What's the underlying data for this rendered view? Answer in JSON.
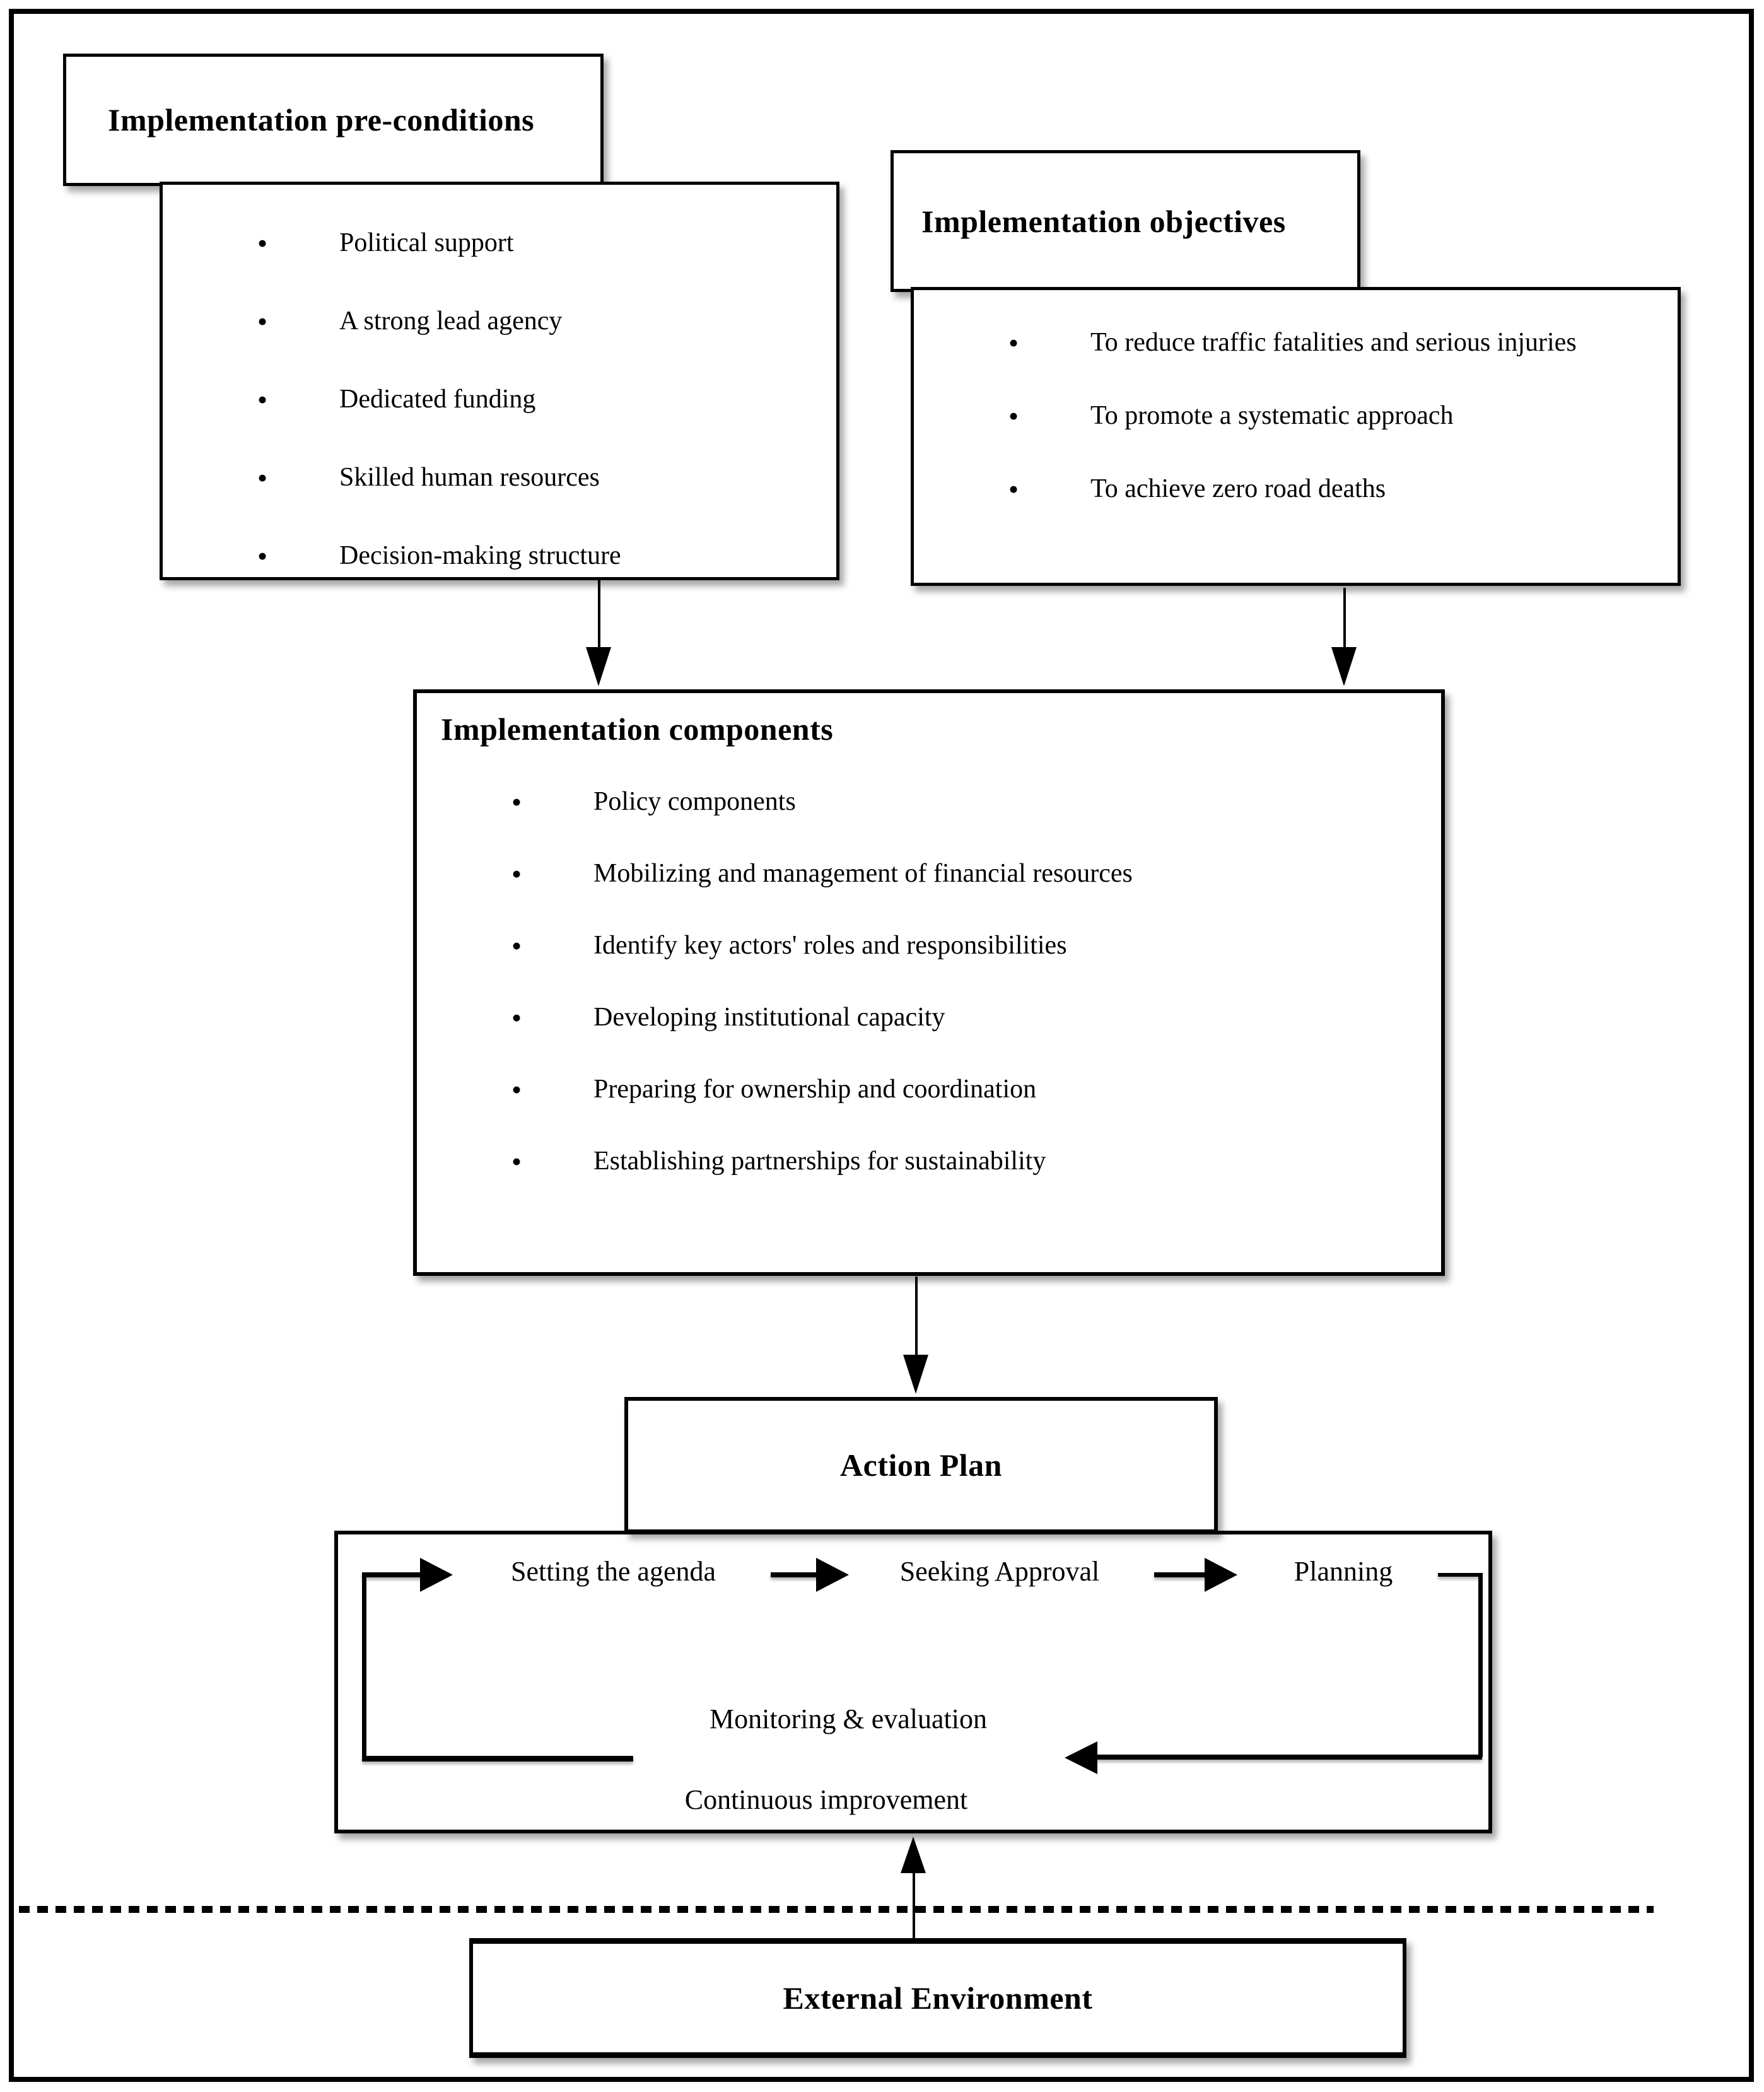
{
  "colors": {
    "ink": "#000000",
    "paper": "#ffffff"
  },
  "bullet_glyph": "•",
  "preconditions": {
    "title": "Implementation pre-conditions",
    "items": [
      "Political support",
      "A strong lead agency",
      "Dedicated funding",
      "Skilled human resources",
      "Decision-making structure"
    ]
  },
  "objectives": {
    "title": "Implementation objectives",
    "items": [
      "To reduce traffic fatalities and serious injuries",
      "To promote a systematic approach",
      "To achieve zero road deaths"
    ]
  },
  "components": {
    "title": "Implementation components",
    "items": [
      "Policy components",
      "Mobilizing and management of financial resources",
      "Identify key actors' roles and responsibilities",
      "Developing institutional capacity",
      "Preparing for ownership and coordination",
      "Establishing partnerships for sustainability"
    ]
  },
  "action_plan": {
    "title": "Action Plan"
  },
  "cycle": {
    "steps": [
      "Setting the agenda",
      "Seeking Approval",
      "Planning"
    ],
    "monitoring": "Monitoring & evaluation",
    "improvement": "Continuous improvement"
  },
  "external": {
    "title": "External Environment"
  }
}
